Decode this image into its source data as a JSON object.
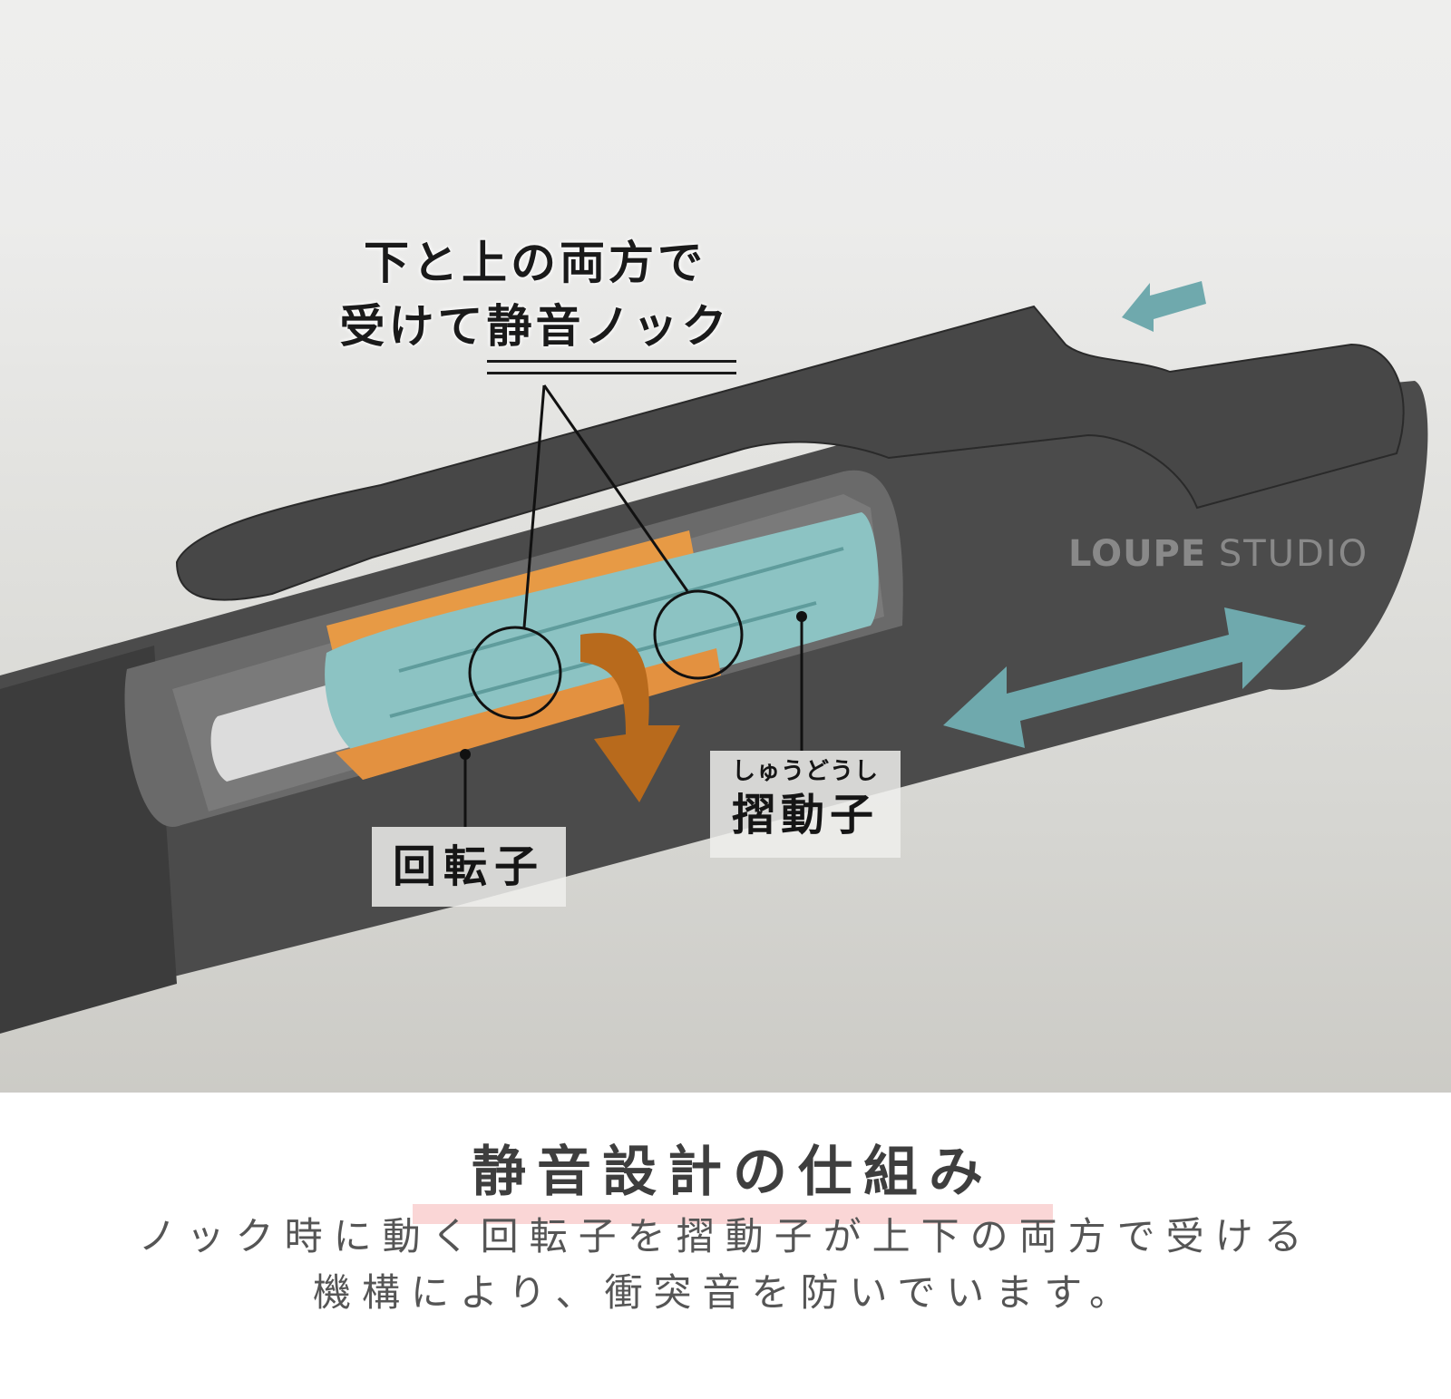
{
  "illustration": {
    "callout": {
      "line1": "下と上の両方で",
      "line2_prefix": "受けて",
      "line2_underlined": "静音ノック"
    },
    "labels": {
      "rotator": "回転子",
      "slider_ruby": "しゅうどうし",
      "slider": "摺動子"
    },
    "watermark": {
      "bold": "LOUPE",
      "light": "STUDIO"
    },
    "colors": {
      "pen_body": "#4a4a4a",
      "rotator_orange": "#e79a45",
      "slider_teal": "#8cc3c3",
      "motion_arrow_teal": "#6fa9ad",
      "rotation_arrow_brown": "#b86a1c"
    }
  },
  "caption": {
    "title": "静音設計の仕組み",
    "body_line1": "ノック時に動く回転子を摺動子が上下の両方で受ける",
    "body_line2": "機構により、衝突音を防いでいます。",
    "highlight_color": "#fad6d6"
  }
}
